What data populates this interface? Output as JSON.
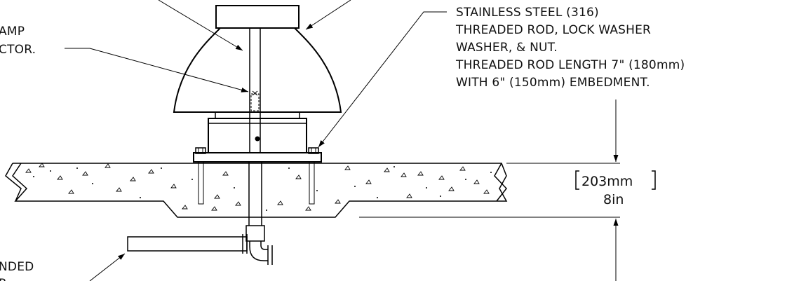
{
  "labels": {
    "clamp_connector_line1": "AMP",
    "clamp_connector_line2": "CTOR.",
    "rod_spec_line1": "STAINLESS STEEL (316)",
    "rod_spec_line2": "THREADED ROD, LOCK WASHER",
    "rod_spec_line3": "WASHER, & NUT.",
    "rod_spec_line4": "THREADED ROD LENGTH 7\" (180mm)",
    "rod_spec_line5": "WITH 6\" (150mm) EMBEDMENT.",
    "bottom_left_line1": "NDED",
    "bottom_left_line2": "R"
  },
  "dimension": {
    "metric": "203mm",
    "imperial": "8in"
  }
}
